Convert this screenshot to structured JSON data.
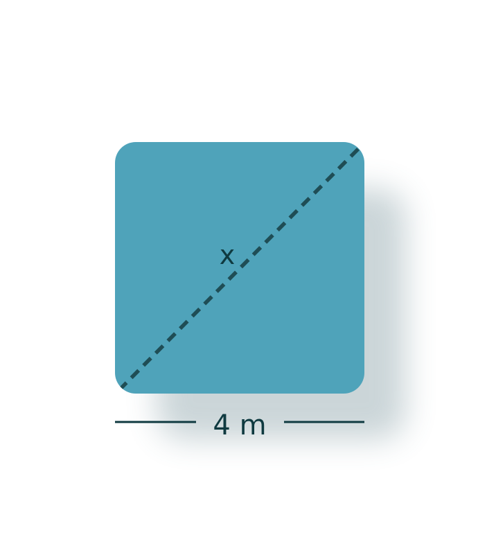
{
  "diagram": {
    "shape": "square",
    "diagonal_label": "x",
    "side_label": "4 m",
    "colors": {
      "fill": "#4fa3ba",
      "diagonal": "#1f4d55",
      "label": "#0f3a40",
      "dimension_line": "#0f3a40",
      "shadow": "#5f7f88"
    }
  }
}
